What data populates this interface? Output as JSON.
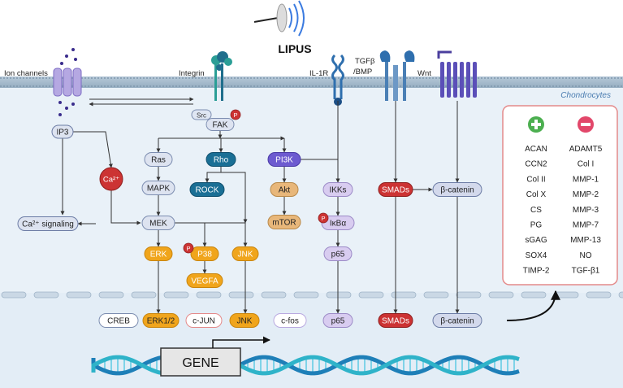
{
  "title": "LIPUS",
  "cell_label": "Chondrocytes",
  "receptors": {
    "ion_channels": "Ion channels",
    "integrin": "Integrin",
    "il1r": "IL-1R",
    "tgfb_line1": "TGFβ",
    "tgfb_line2": "/BMP",
    "wnt": "Wnt"
  },
  "nodes": {
    "src": "Src",
    "fak": "FAK",
    "p_badge": "P",
    "ip3": "IP3",
    "ca": "Ca²⁺",
    "ca_signaling": "Ca²⁺ signaling",
    "ras": "Ras",
    "mapk": "MAPK",
    "mek": "MEK",
    "erk": "ERK",
    "p38": "P38",
    "vegfa": "VEGFA",
    "jnk": "JNK",
    "rho": "Rho",
    "rock": "ROCK",
    "pi3k": "PI3K",
    "akt": "Akt",
    "mtor": "mTOR",
    "ikks": "IKKs",
    "ikba": "IκBα",
    "p65": "p65",
    "smads": "SMADs",
    "beta_catenin": "β-catenin"
  },
  "nuclear": {
    "creb": "CREB",
    "erk12": "ERK1/2",
    "cjun": "c-JUN",
    "jnk": "JNK",
    "cfos": "c-fos",
    "p65": "p65",
    "smads": "SMADs",
    "beta_catenin": "β-catenin"
  },
  "gene": "GENE",
  "effects": {
    "upregulated": [
      "ACAN",
      "CCN2",
      "Col II",
      "Col X",
      "CS",
      "PG",
      "sGAG",
      "SOX4",
      "TIMP-2"
    ],
    "downregulated": [
      "ADAMT5",
      "Col I",
      "MMP-1",
      "MMP-2",
      "MMP-3",
      "MMP-7",
      "MMP-13",
      "NO",
      "TGF-β1"
    ]
  },
  "colors": {
    "cytoplasm": "#e9f1f8",
    "membrane": "#a9bfd1",
    "ras_path": "#f0a51c",
    "rho_path": "#1a6f95",
    "pi3k": "#6d5bd0",
    "akt_path": "#e8b77a",
    "ikk_path": "#d8ccf0",
    "smads": "#cc3333",
    "beta_catenin": "#d3d9ec",
    "effects_border": "#e48a8a",
    "plus": "#4caf50",
    "minus": "#e2476a"
  }
}
